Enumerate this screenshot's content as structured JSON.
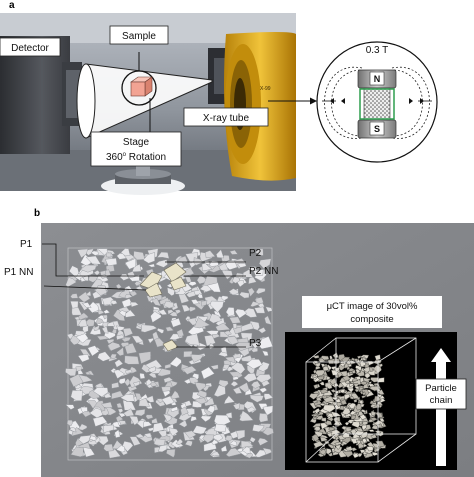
{
  "panel_a": {
    "letter": "a",
    "labels": {
      "detector": "Detector",
      "sample": "Sample",
      "stage_line1": "Stage",
      "stage_line2": "360",
      "stage_sup": "o",
      "stage_line2_rest": " Rotation",
      "xray_tube": "X-ray tube",
      "field": "0.3 T",
      "pole_n": "N",
      "pole_s": "S"
    }
  },
  "panel_b": {
    "letter": "b",
    "labels": {
      "p1": "P1",
      "p2": "P2",
      "p1nn": "P1 NN",
      "p2nn": "P2 NN",
      "p3": "P3",
      "inset_title_line1": "μCT image of 30vol%",
      "inset_title_line2": "composite",
      "chain_line1": "Particle",
      "chain_line2": "chain"
    }
  },
  "colors": {
    "ct_background": "#84868a",
    "inset_background": "#000000",
    "sample_cube": "#f2a393",
    "magnet_green": "#2e9e4f",
    "tube_yellow": "#d8a20e"
  }
}
